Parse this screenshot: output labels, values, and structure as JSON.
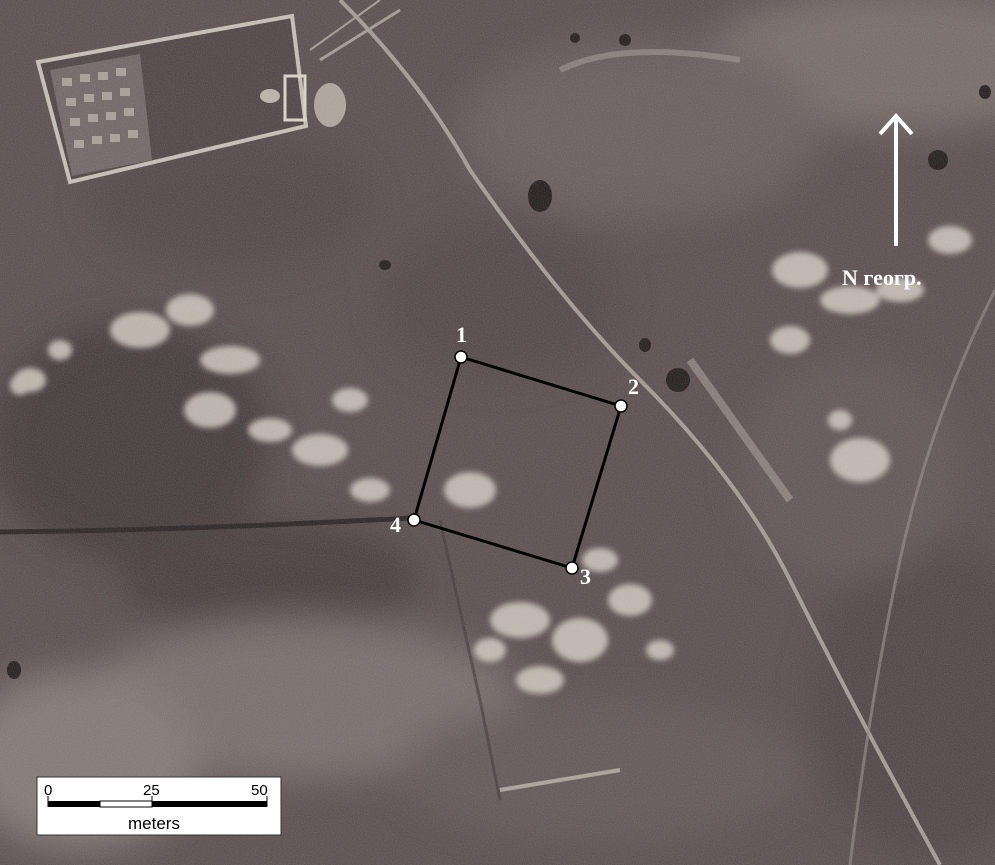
{
  "north_arrow": {
    "label": "N геогр."
  },
  "survey_points": [
    "1",
    "2",
    "3",
    "4"
  ],
  "scale_bar": {
    "ticks": [
      "0",
      "25",
      "50"
    ],
    "unit": "meters"
  },
  "colors": {
    "terrain": "#57494a",
    "terrain_light": "#877a77",
    "terrain_dark": "#3b3032",
    "stones": "#d4ccc2",
    "outline": "#000000",
    "marker": "#ffffff"
  }
}
